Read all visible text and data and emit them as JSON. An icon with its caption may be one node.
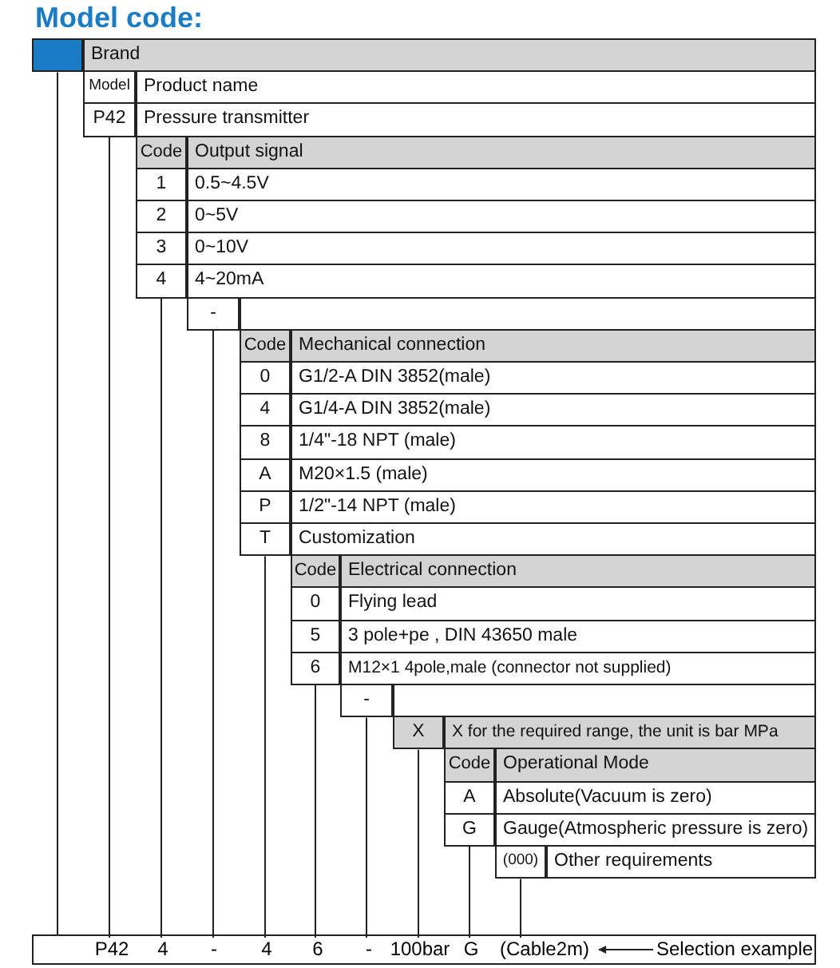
{
  "diagram": {
    "title": "Model code:",
    "nodes": [
      {
        "text": [],
        "shape": "box"
      },
      {
        "text": [
          "P42"
        ]
      },
      {
        "text": [
          "4"
        ]
      },
      {
        "text": [
          "-"
        ]
      },
      {
        "text": [
          "T"
        ]
      },
      {
        "text": [
          "6"
        ]
      },
      {
        "text": [
          "-"
        ]
      },
      {
        "text": [
          "X"
        ]
      },
      {
        "text": [
          "G"
        ]
      },
      {
        "text": [
          "(000)"
        ]
      },
      {
        "text": [],
        "shape": "box"
      },
      {
        "text": [
          "P42"
        ],
        "in": 10
      },
      {
        "text": [
          "4"
        ],
        "in": 10
      },
      {
        "text": [
          "-"
        ],
        "in": 10
      },
      {
        "text": [
          "4"
        ],
        "in": 10
      },
      {
        "text": [
          "6"
        ],
        "in": 10
      },
      {
        "text": [
          "-"
        ],
        "in": 10
      },
      {
        "text": [
          "100bar"
        ],
        "in": 10
      },
      {
        "text": [
          "G"
        ],
        "in": 10
      },
      {
        "text": [
          "(Cable2m)"
        ],
        "in": 10
      },
      {
        "text": [
          "Selection example"
        ],
        "in": 10
      }
    ],
    "edges": [
      {
        "from": 0,
        "to": 10,
        "arrow": "none"
      },
      {
        "from": 1,
        "to": 11,
        "arrow": "none"
      },
      {
        "from": 2,
        "to": 12,
        "arrow": "none"
      },
      {
        "from": 3,
        "to": 13,
        "arrow": "none"
      },
      {
        "from": 4,
        "to": 14,
        "arrow": "none"
      },
      {
        "from": 5,
        "to": 15,
        "arrow": "none"
      },
      {
        "from": 6,
        "to": 16,
        "arrow": "none"
      },
      {
        "from": 7,
        "to": 17,
        "arrow": "none"
      },
      {
        "from": 8,
        "to": 18,
        "arrow": "none"
      },
      {
        "from": 9,
        "to": 19,
        "arrow": "none"
      },
      {
        "from": 20,
        "to": 19,
        "arrow": "to"
      }
    ],
    "labels": [
      "Brand",
      "Model",
      "Product name",
      "Pressure transmitter",
      "Code",
      "Output signal",
      "1",
      "0.5~4.5V",
      "2",
      "0~5V",
      "3",
      "0~10V",
      "4~20mA",
      "Code",
      "Mechanical connection",
      "0",
      "G1/2-A DIN 3852(male)",
      "4",
      "G1/4-A DIN 3852(male)",
      "8",
      "1/4\"-18 NPT  (male)",
      "A",
      "M20×1.5  (male)",
      "P",
      "1/2\"-14 NPT  (male)",
      "Customization",
      "Code",
      "Electrical connection",
      "0",
      "Flying lead",
      "5",
      "3 pole+pe , DIN 43650  male",
      "M12×1  4pole,male (connector not supplied)",
      "X for the required range, the unit is bar MPa",
      "Code",
      "Operational Mode",
      "A",
      "Absolute(Vacuum is zero)",
      "Gauge(Atmospheric pressure is zero)",
      "Other requirements"
    ]
  }
}
